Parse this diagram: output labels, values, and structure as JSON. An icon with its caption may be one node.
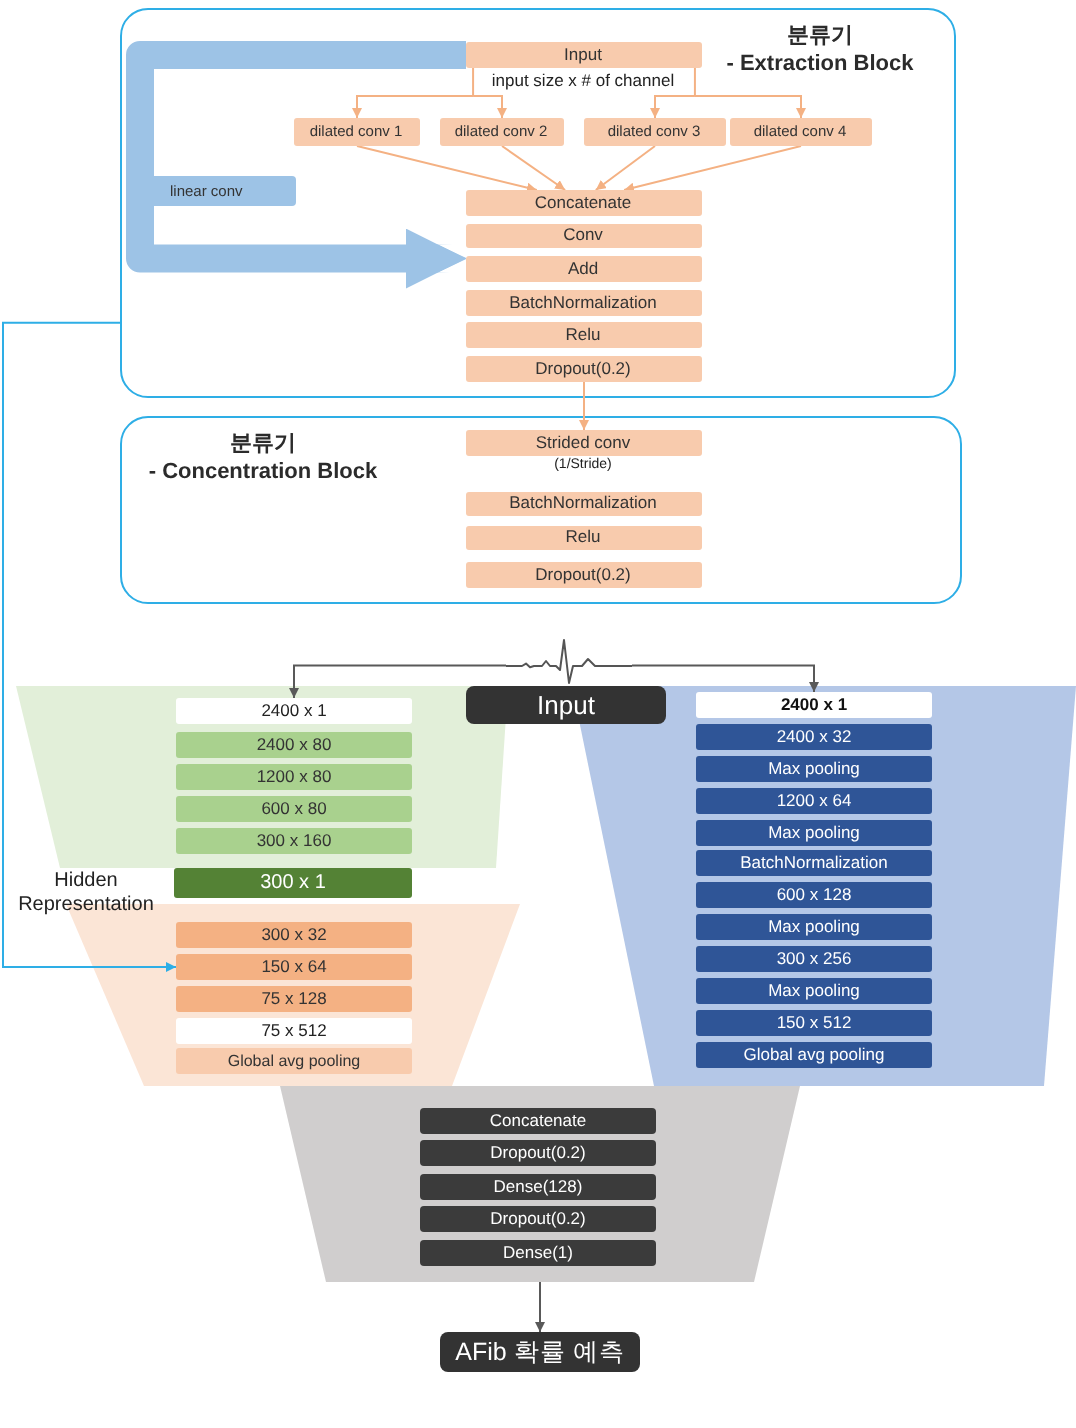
{
  "diagram": {
    "nodes": [
      {
        "text": [
          "분류기 - Extraction Block"
        ]
      },
      {
        "text": [
          "Input"
        ],
        "in": 0,
        "beside": [
          "input size x # of channel"
        ]
      },
      {
        "text": [
          "dilated conv 1"
        ],
        "in": 0
      },
      {
        "text": [
          "dilated conv 2"
        ],
        "in": 0
      },
      {
        "text": [
          "dilated conv 3"
        ],
        "in": 0
      },
      {
        "text": [
          "dilated conv 4"
        ],
        "in": 0
      },
      {
        "text": [
          "Concatenate"
        ],
        "in": 0
      },
      {
        "text": [
          "Conv"
        ],
        "in": 0
      },
      {
        "text": [
          "Add"
        ],
        "in": 0
      },
      {
        "text": [
          "BatchNormalization"
        ],
        "in": 0
      },
      {
        "text": [
          "Relu"
        ],
        "in": 0
      },
      {
        "text": [
          "Dropout(0.2)"
        ],
        "in": 0
      },
      {
        "text": [
          "분류기 - Concentration Block"
        ]
      },
      {
        "text": [
          "Strided conv"
        ],
        "in": 12,
        "beside": [
          "(1/Stride)"
        ]
      },
      {
        "text": [
          "BatchNormalization"
        ],
        "in": 12
      },
      {
        "text": [
          "Relu"
        ],
        "in": 12
      },
      {
        "text": [
          "Dropout(0.2)"
        ],
        "in": 12
      },
      {
        "text": [],
        "shape": "picture"
      },
      {
        "text": [
          "Input"
        ]
      },
      {
        "text": [],
        "shape": "trapezoid"
      },
      {
        "text": [
          "2400 x 1"
        ],
        "in": 19
      },
      {
        "text": [
          "2400 x 80"
        ],
        "in": 19
      },
      {
        "text": [
          "1200 x 80"
        ],
        "in": 19
      },
      {
        "text": [
          "600 x 80"
        ],
        "in": 19
      },
      {
        "text": [
          "300 x 160"
        ],
        "in": 19
      },
      {
        "text": [
          "300 x 1"
        ],
        "beside": [
          "Hidden Representation"
        ]
      },
      {
        "text": [],
        "shape": "trapezoid"
      },
      {
        "text": [
          "300 x 32"
        ],
        "in": 26
      },
      {
        "text": [
          "150 x 64"
        ],
        "in": 26
      },
      {
        "text": [
          "75 x 128"
        ],
        "in": 26
      },
      {
        "text": [
          "75 x 512"
        ],
        "in": 26
      },
      {
        "text": [
          "Global avg pooling"
        ],
        "in": 26
      },
      {
        "text": [],
        "shape": "trapezoid"
      },
      {
        "text": [
          "2400 x 1"
        ],
        "in": 32
      },
      {
        "text": [
          "2400 x 32"
        ],
        "in": 32
      },
      {
        "text": [
          "Max pooling"
        ],
        "in": 32
      },
      {
        "text": [
          "1200 x 64"
        ],
        "in": 32
      },
      {
        "text": [
          "Max pooling"
        ],
        "in": 32
      },
      {
        "text": [
          "BatchNormalization"
        ],
        "in": 32
      },
      {
        "text": [
          "600 x 128"
        ],
        "in": 32
      },
      {
        "text": [
          "Max pooling"
        ],
        "in": 32
      },
      {
        "text": [
          "300 x 256"
        ],
        "in": 32
      },
      {
        "text": [
          "Max pooling"
        ],
        "in": 32
      },
      {
        "text": [
          "150 x 512"
        ],
        "in": 32
      },
      {
        "text": [
          "Global avg pooling"
        ],
        "in": 32
      },
      {
        "text": [],
        "shape": "trapezoid"
      },
      {
        "text": [
          "Concatenate"
        ],
        "in": 45
      },
      {
        "text": [
          "Dropout(0.2)"
        ],
        "in": 45
      },
      {
        "text": [
          "Dense(128)"
        ],
        "in": 45
      },
      {
        "text": [
          "Dropout(0.2)"
        ],
        "in": 45
      },
      {
        "text": [
          "Dense(1)"
        ],
        "in": 45
      },
      {
        "text": [
          "AFib 확률 예측"
        ]
      }
    ],
    "edges": [
      {
        "from": 1,
        "to": 2,
        "arrow": "to"
      },
      {
        "from": 1,
        "to": 3,
        "arrow": "to"
      },
      {
        "from": 1,
        "to": 4,
        "arrow": "to"
      },
      {
        "from": 1,
        "to": 5,
        "arrow": "to"
      },
      {
        "from": 2,
        "to": 6,
        "arrow": "to"
      },
      {
        "from": 3,
        "to": 6,
        "arrow": "to"
      },
      {
        "from": 4,
        "to": 6,
        "arrow": "to"
      },
      {
        "from": 5,
        "to": 6,
        "arrow": "to"
      },
      {
        "from": 1,
        "to": 8,
        "arrow": "to",
        "label": "linear conv",
        "style": "thick",
        "color": "#9dc3e6"
      },
      {
        "from": 11,
        "to": 13,
        "arrow": "to"
      },
      {
        "from": 0,
        "to": 28,
        "arrow": "to",
        "color": "#2eaee6"
      },
      {
        "from": 17,
        "to": 20,
        "arrow": "to",
        "color": "#595959"
      },
      {
        "from": 17,
        "to": 33,
        "arrow": "to",
        "color": "#595959"
      },
      {
        "from": 45,
        "to": 51,
        "arrow": "to",
        "color": "#595959"
      }
    ]
  }
}
